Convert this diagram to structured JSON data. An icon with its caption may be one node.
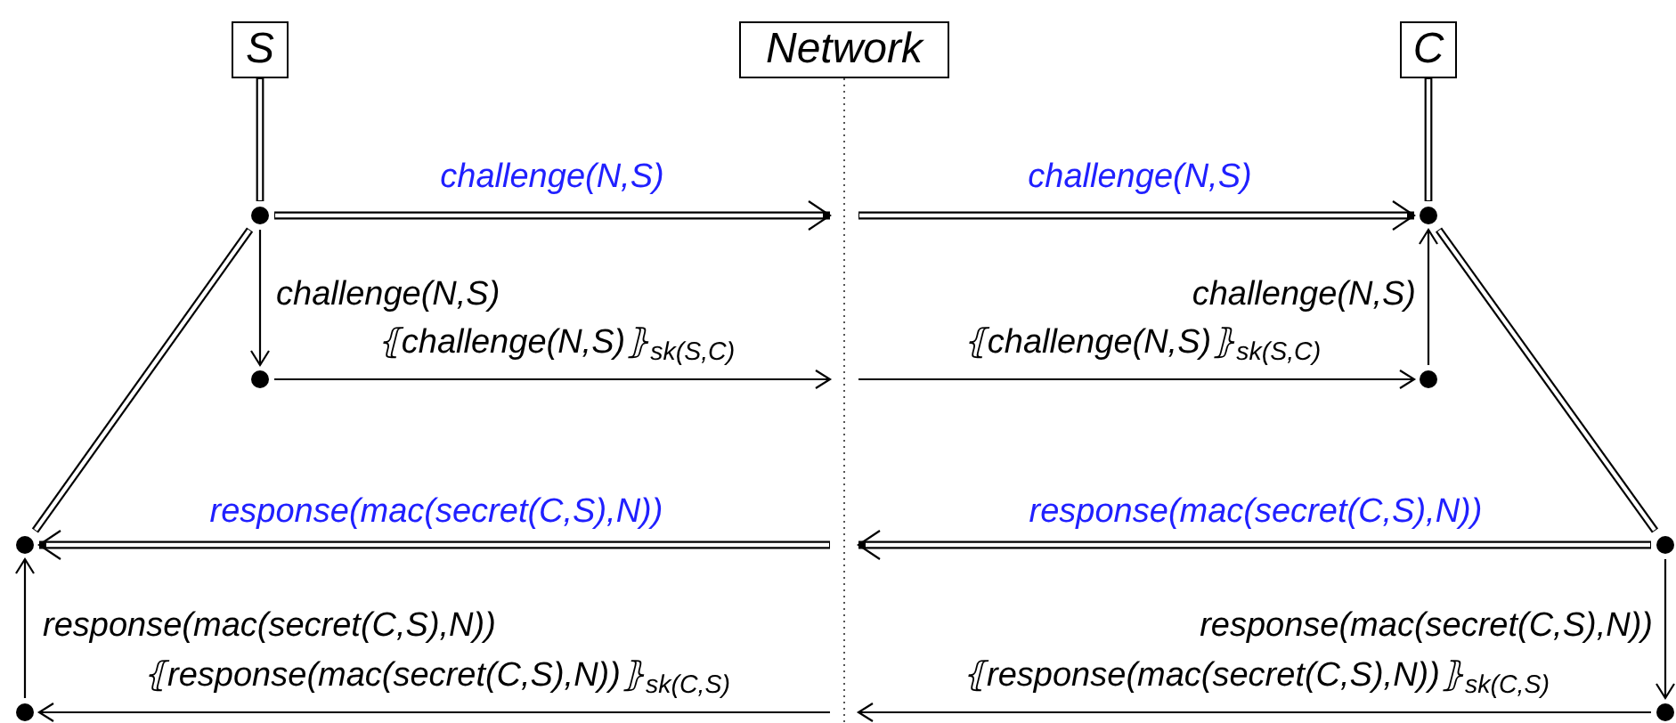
{
  "diagram": {
    "nodes": [
      {
        "text": [
          "S"
        ]
      },
      {
        "text": [
          "Network"
        ]
      },
      {
        "text": [
          "C"
        ]
      },
      {
        "text": [],
        "shape": "circle"
      },
      {
        "text": [],
        "shape": "circle"
      },
      {
        "text": [],
        "shape": "circle"
      },
      {
        "text": [],
        "shape": "circle"
      },
      {
        "text": [],
        "shape": "circle"
      },
      {
        "text": [],
        "shape": "circle"
      },
      {
        "text": [],
        "shape": "circle"
      },
      {
        "text": [],
        "shape": "circle"
      }
    ],
    "edges": [
      {
        "from": 0,
        "to": 3,
        "arrow": "none",
        "style": "thick"
      },
      {
        "from": 2,
        "to": 7,
        "arrow": "none",
        "style": "thick"
      },
      {
        "from": 1,
        "to": null,
        "arrow": "none",
        "style": "dashed"
      },
      {
        "from": 3,
        "to": null,
        "arrow": "to",
        "style": "thick",
        "label": "challenge(N,S)"
      },
      {
        "from": null,
        "to": 7,
        "arrow": "to",
        "style": "thick",
        "label": "challenge(N,S)"
      },
      {
        "from": 3,
        "to": 4,
        "arrow": "to",
        "label": "challenge(N,S)"
      },
      {
        "from": 4,
        "to": null,
        "arrow": "to",
        "label": "⦃challenge(N,S)⦄$_{sk(S,C)}$"
      },
      {
        "from": null,
        "to": 8,
        "arrow": "to",
        "label": "⦃challenge(N,S)⦄$_{sk(S,C)}$"
      },
      {
        "from": 8,
        "to": 7,
        "arrow": "to",
        "label": "challenge(N,S)"
      },
      {
        "from": 3,
        "to": 5,
        "arrow": "none",
        "style": "thick"
      },
      {
        "from": 7,
        "to": 9,
        "arrow": "none",
        "style": "thick"
      },
      {
        "from": 9,
        "to": null,
        "arrow": "to",
        "style": "thick",
        "label": "response(mac(secret(C,S),N))"
      },
      {
        "from": null,
        "to": 5,
        "arrow": "to",
        "style": "thick",
        "label": "response(mac(secret(C,S),N))"
      },
      {
        "from": 9,
        "to": 10,
        "arrow": "to",
        "label": "response(mac(secret(C,S),N))"
      },
      {
        "from": 10,
        "to": null,
        "arrow": "to",
        "label": "⦃response(mac(secret(C,S),N))⦄$_{sk(C,S)}$"
      },
      {
        "from": null,
        "to": 6,
        "arrow": "to",
        "label": "⦃response(mac(secret(C,S),N))⦄$_{sk(C,S)}$"
      },
      {
        "from": 6,
        "to": 5,
        "arrow": "to",
        "label": "response(mac(secret(C,S),N))"
      }
    ]
  }
}
